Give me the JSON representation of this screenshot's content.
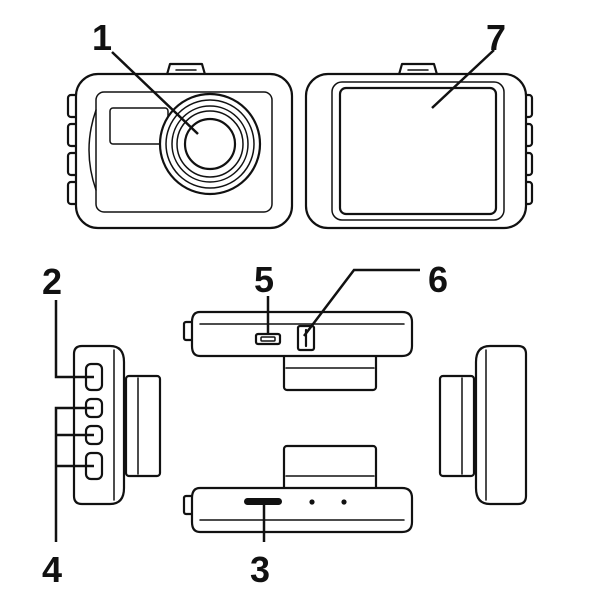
{
  "callouts": {
    "c1": "1",
    "c2": "2",
    "c3": "3",
    "c4": "4",
    "c5": "5",
    "c6": "6",
    "c7": "7"
  },
  "colors": {
    "ink": "#111111",
    "background": "#ffffff"
  }
}
